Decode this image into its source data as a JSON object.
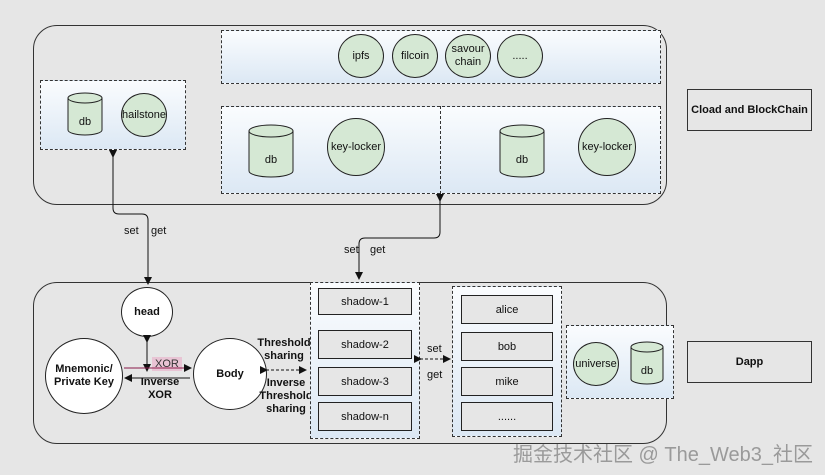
{
  "cloud": {
    "label": "Cload and BlockChain",
    "storage": [
      "ipfs",
      "filcoin",
      "savour chain",
      "....."
    ],
    "local": {
      "db": "db",
      "node": "hailstone"
    },
    "locker_left": {
      "db": "db",
      "node": "key-locker"
    },
    "locker_right": {
      "db": "db",
      "node": "key-locker"
    }
  },
  "dapp": {
    "label": "Dapp",
    "head": "head",
    "mnemonic": "Mnemonic/ Private Key",
    "body": "Body",
    "xor": "XOR",
    "inverse_xor": "Inverse XOR",
    "threshold_sharing": "Threshold sharing",
    "inverse_threshold_sharing": "Inverse Threshold sharing",
    "shadows": [
      "shadow-1",
      "shadow-2",
      "shadow-3",
      "shadow-n"
    ],
    "users": [
      "alice",
      "bob",
      "mike",
      "......"
    ],
    "universe": {
      "node": "universe",
      "db": "db"
    }
  },
  "connections": {
    "hailstone_set": "set",
    "hailstone_get": "get",
    "locker_set": "set",
    "locker_get": "get",
    "users_set": "set",
    "users_get": "get"
  },
  "watermark": "掘金技术社区 @ The_Web3_社区"
}
